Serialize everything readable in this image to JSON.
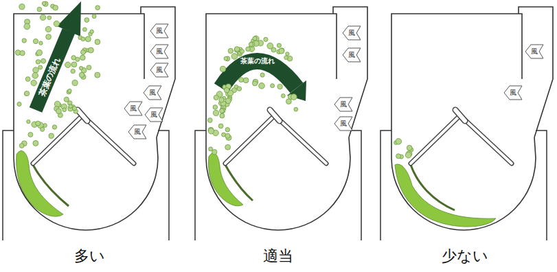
{
  "diagram": {
    "labels": [
      "茶葉の流れ",
      "風",
      "風",
      "風",
      "風",
      "風",
      "風",
      "風",
      "茶葉の流れ",
      "風",
      "風",
      "風",
      "風",
      "風",
      "風",
      "多い",
      "適当",
      "少ない"
    ]
  }
}
